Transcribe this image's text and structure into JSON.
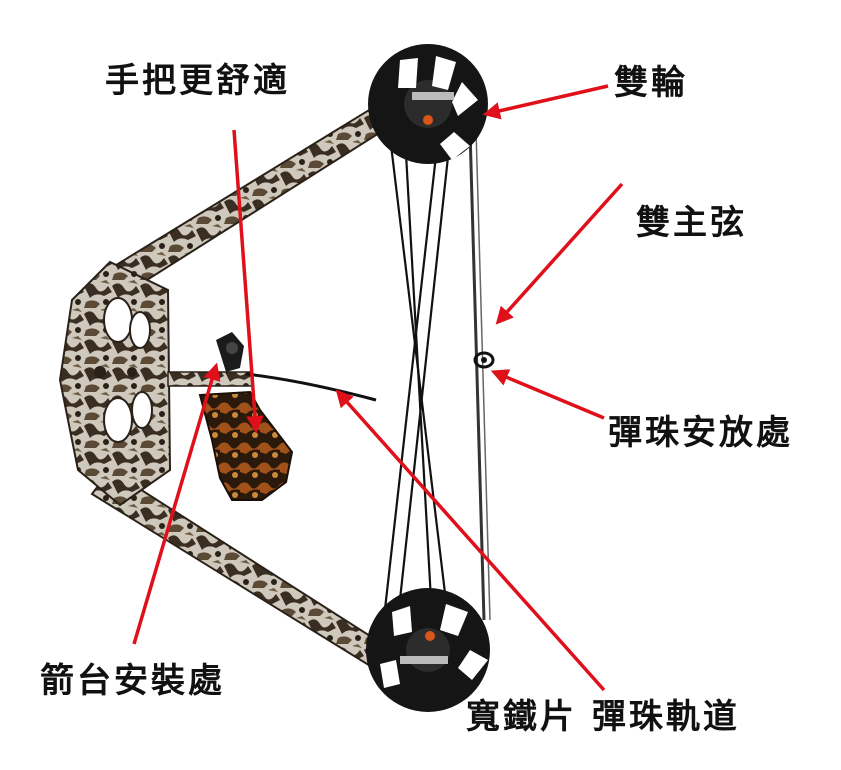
{
  "labels": {
    "grip": "手把更舒適",
    "cams": "雙輪",
    "strings": "雙主弦",
    "pouch_rest": "彈珠安放處",
    "arrow_rest_mount": "箭台安裝處",
    "track": "寬鐵片 彈珠軌道"
  },
  "colors": {
    "arrow": "#e0101a",
    "text": "#111111",
    "cam": "#151515",
    "camo_dark": "#3a2e22",
    "camo_light": "#cfc9bd",
    "grip": "#5a3212"
  }
}
